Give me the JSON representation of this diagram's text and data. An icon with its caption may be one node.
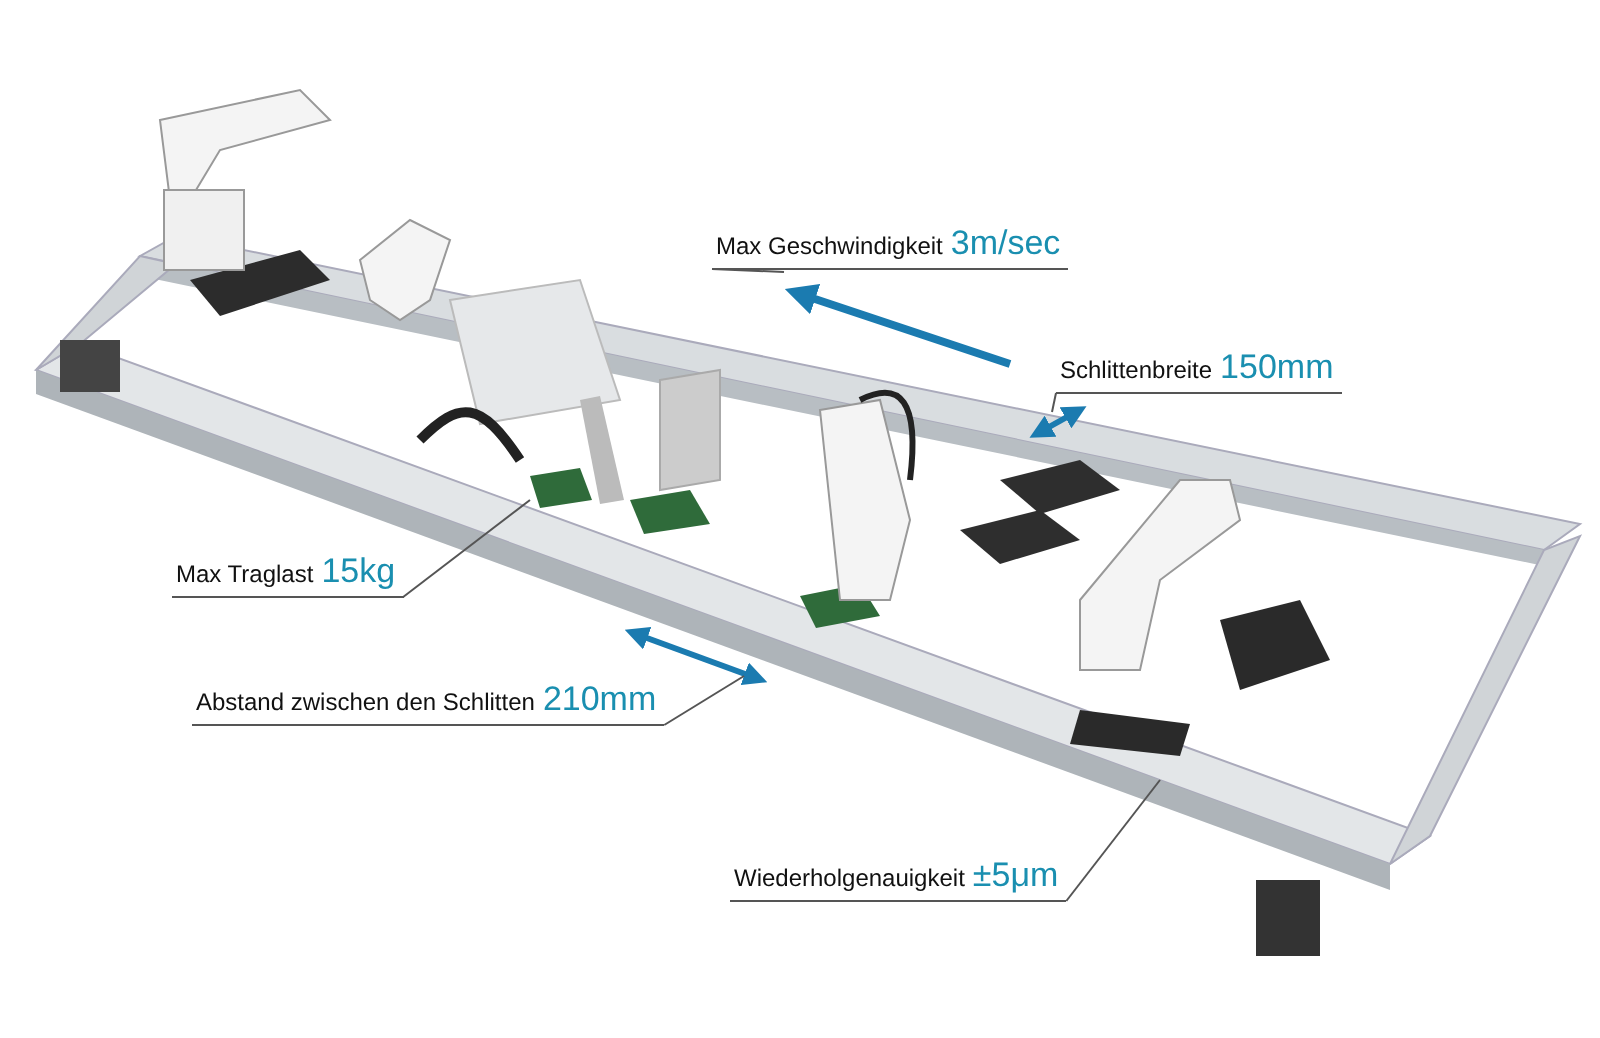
{
  "diagram": {
    "nodes": [
      {
        "text": [
          "Max Geschwindigkeit",
          "3m/sec"
        ]
      },
      {
        "text": [
          "Schlittenbreite",
          "150mm"
        ]
      },
      {
        "text": [
          "Max Traglast",
          "15kg"
        ]
      },
      {
        "text": [
          "Abstand zwischen den Schlitten",
          "210mm"
        ]
      },
      {
        "text": [
          "Wiederholgenauigkeit",
          "±5μm"
        ]
      }
    ],
    "edges": [
      {
        "from": 0,
        "to": null,
        "arrow": "none"
      },
      {
        "from": 1,
        "to": null,
        "arrow": "none"
      },
      {
        "from": 2,
        "to": null,
        "arrow": "none"
      },
      {
        "from": 3,
        "to": null,
        "arrow": "none"
      },
      {
        "from": 4,
        "to": null,
        "arrow": "none"
      }
    ]
  }
}
